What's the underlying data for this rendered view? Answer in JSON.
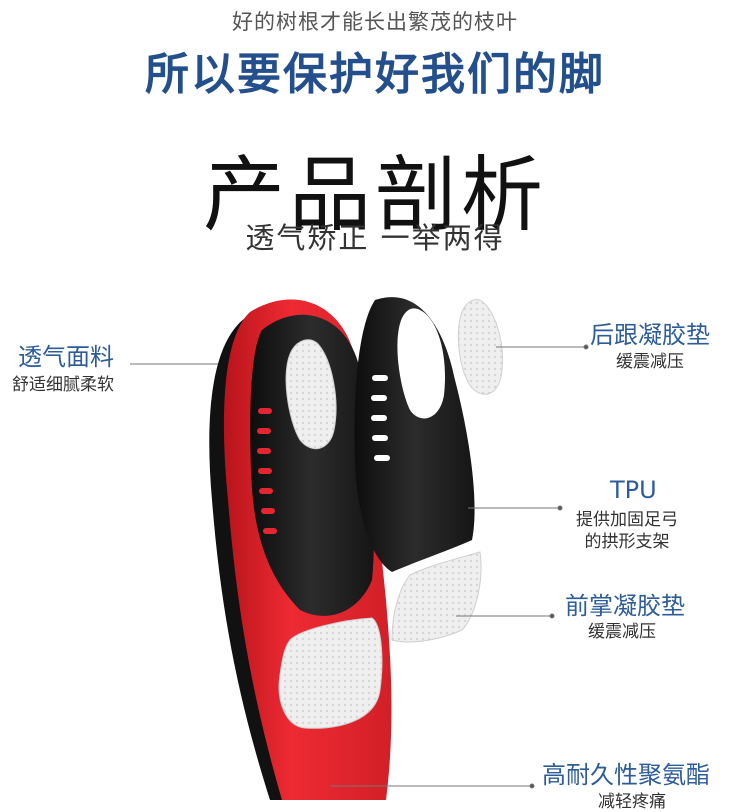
{
  "header": {
    "top_line": "好的树根才能长出繁茂的枝叶",
    "headline": "所以要保护好我们的脚"
  },
  "section": {
    "title": "产品剖析",
    "subtitle": "透气矫正 一举两得"
  },
  "labels": {
    "fabric": {
      "title": "透气面料",
      "desc": "舒适细腻柔软"
    },
    "heel_gel": {
      "title": "后跟凝胶垫",
      "desc": "缓震减压"
    },
    "tpu": {
      "title": "TPU",
      "desc_line1": "提供加固足弓",
      "desc_line2": "的拱形支架"
    },
    "forefoot_gel": {
      "title": "前掌凝胶垫",
      "desc": "缓震减压"
    },
    "pu": {
      "title": "高耐久性聚氨酯",
      "desc": "减轻疼痛"
    }
  },
  "colors": {
    "headline": "#23508c",
    "label_blue": "#2d5c9a",
    "insole_red": "#e0242c",
    "shell_black": "#1e1e1e",
    "gel_white": "#ececec"
  }
}
